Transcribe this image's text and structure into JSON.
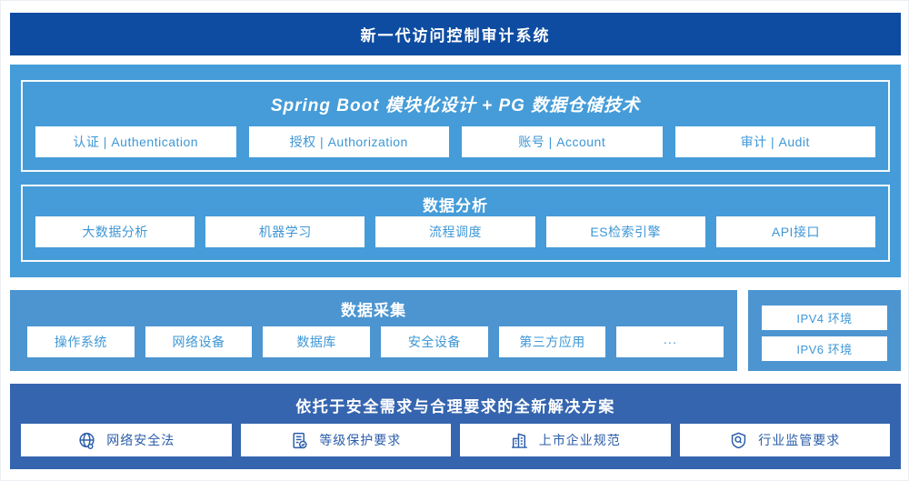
{
  "colors": {
    "top_bar": "#0E4CA1",
    "sky": "#459CD8",
    "collect": "#4C95D0",
    "bottom": "#3565AF",
    "box_text": "#3E97D6",
    "bottom_text": "#2A5DA9"
  },
  "header": {
    "title": "新一代访问控制审计系统"
  },
  "platform": {
    "title": "Spring Boot 模块化设计 + PG 数据仓储技术",
    "modules": [
      "认证 | Authentication",
      "授权 | Authorization",
      "账号 | Account",
      "审计 | Audit"
    ]
  },
  "analysis": {
    "title": "数据分析",
    "modules": [
      "大数据分析",
      "机器学习",
      "流程调度",
      "ES检索引擎",
      "API接口"
    ]
  },
  "collection": {
    "title": "数据采集",
    "sources": [
      "操作系统",
      "网络设备",
      "数据库",
      "安全设备",
      "第三方应用",
      "···"
    ],
    "environments": [
      "IPV4 环境",
      "IPV6 环境"
    ]
  },
  "solution": {
    "title": "依托于安全需求与合理要求的全新解决方案",
    "items": [
      {
        "icon": "globe-icon",
        "label": "网络安全法"
      },
      {
        "icon": "compliance-doc-icon",
        "label": "等级保护要求"
      },
      {
        "icon": "buildings-icon",
        "label": "上市企业规范"
      },
      {
        "icon": "shield-search-icon",
        "label": "行业监管要求"
      }
    ]
  }
}
